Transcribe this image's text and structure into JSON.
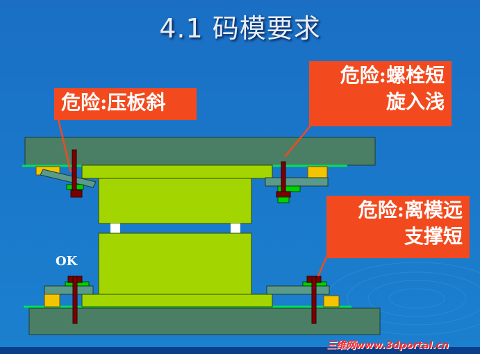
{
  "title": "4.1 码模要求",
  "callouts": [
    {
      "lines": [
        "危险:压板斜"
      ]
    },
    {
      "lines": [
        "危险:螺栓短",
        "旋入浅"
      ]
    },
    {
      "lines": [
        "危险:离模远",
        "支撑短"
      ]
    }
  ],
  "ok_label": "OK",
  "watermark": "三维网www.3dportal.cn",
  "colors": {
    "background": "#1f74c8",
    "platen": "#4a7f66",
    "mold": "#a3d600",
    "callout": "#f24a1e",
    "bolt": "#7a0000",
    "support": "#f5c400",
    "clamp": "#5a9a8a"
  }
}
